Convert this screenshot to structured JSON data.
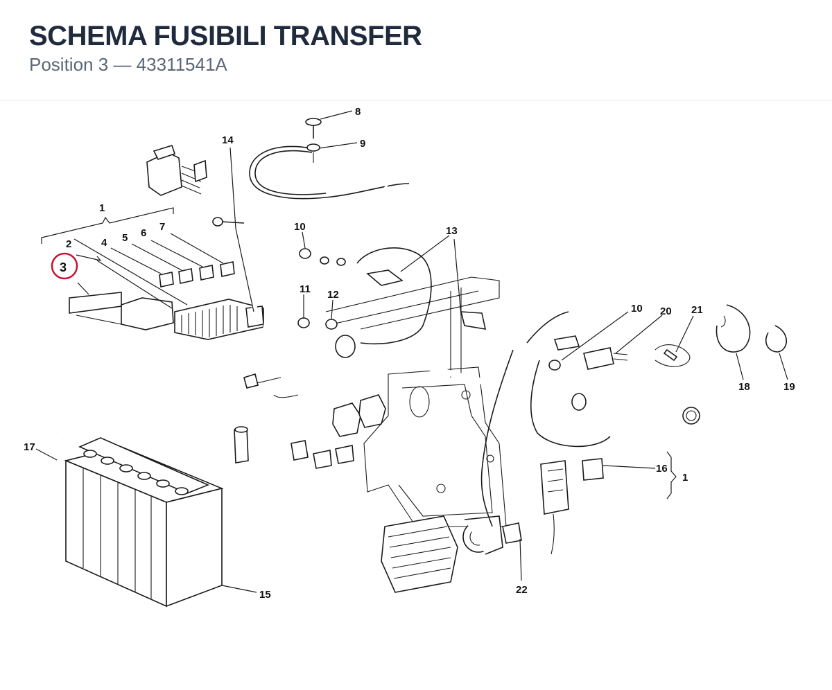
{
  "header": {
    "title": "SCHEMA FUSIBILI TRANSFER",
    "position_label": "Position 3",
    "separator": "—",
    "part_number": "43311541A"
  },
  "callouts": {
    "c1a": "1",
    "c2": "2",
    "c3": "3",
    "c4": "4",
    "c5": "5",
    "c6": "6",
    "c7": "7",
    "c8": "8",
    "c9": "9",
    "c10a": "10",
    "c10b": "10",
    "c11": "11",
    "c12": "12",
    "c13": "13",
    "c14": "14",
    "c15": "15",
    "c16": "16",
    "c1b": "1",
    "c17": "17",
    "c18": "18",
    "c19": "19",
    "c20": "20",
    "c21": "21",
    "c22": "22"
  },
  "highlight": {
    "callout": "3",
    "color": "#c8102e"
  }
}
